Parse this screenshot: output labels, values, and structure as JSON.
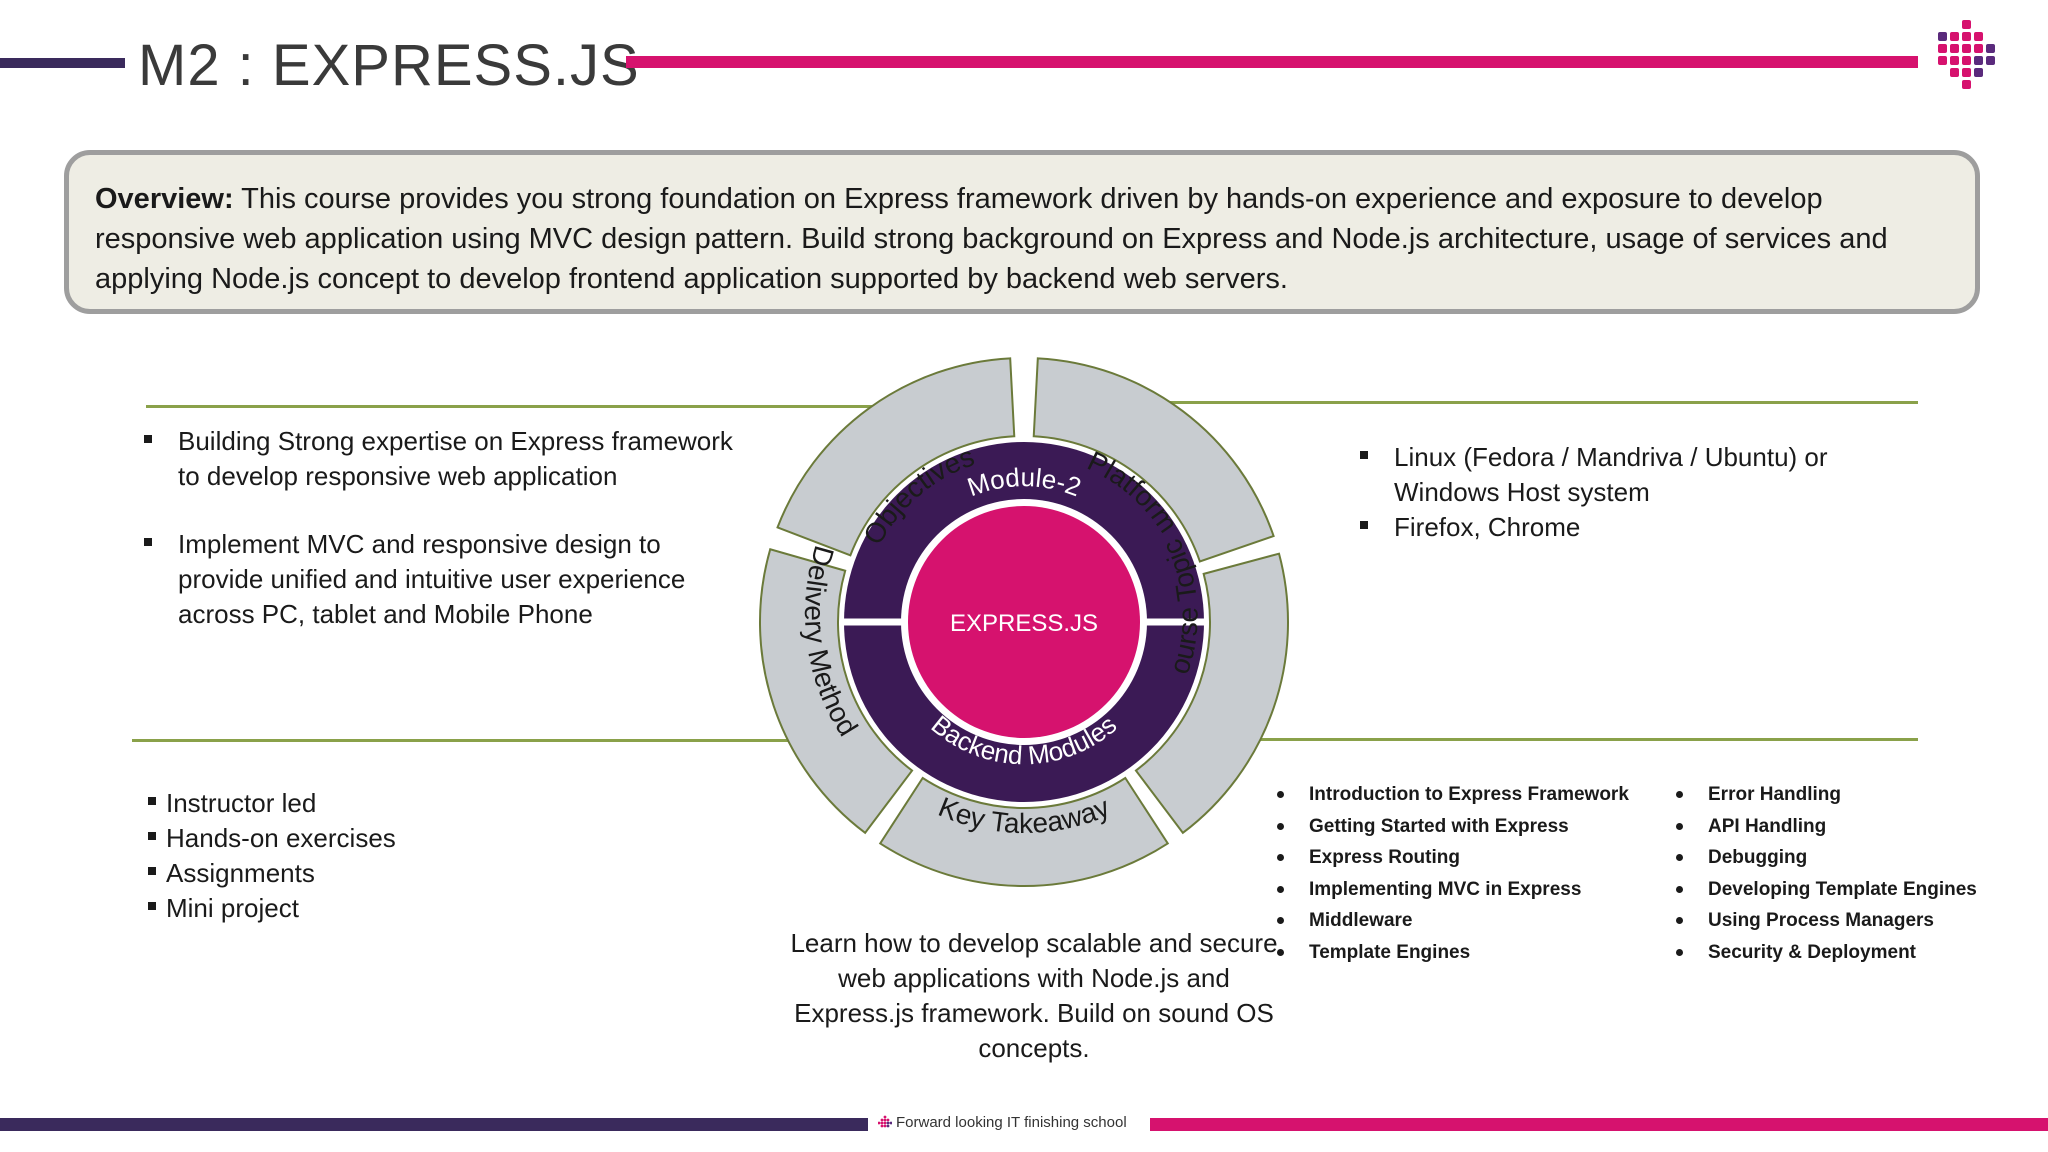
{
  "header": {
    "title": "M2 : EXPRESS.JS"
  },
  "overview": {
    "label": "Overview:",
    "text": " This course provides you strong foundation on Express framework driven by hands-on experience and exposure to develop responsive web application using MVC design pattern. Build strong background on Express and Node.js architecture, usage of services and applying Node.js concept to develop frontend application supported by backend web servers."
  },
  "diagram": {
    "center": "EXPRESS.JS",
    "ring_top": "Module-2",
    "ring_bottom": "Backend Modules",
    "segments": {
      "objectives": "Objectives",
      "platform": "Platform",
      "course_topics": "Course  Topics",
      "key_takeaway": "Key Takeaway",
      "delivery_method": "Delivery Method"
    },
    "colors": {
      "center": "#d6126e",
      "ring": "#3b1a55",
      "outer": "#c8ccd0",
      "outline": "#6b7a3a"
    }
  },
  "objectives": [
    "Building Strong expertise on Express framework to develop responsive web application",
    "Implement MVC and responsive design to provide unified and intuitive user experience across PC, tablet and Mobile Phone"
  ],
  "platform": [
    "Linux (Fedora / Mandriva / Ubuntu) or Windows Host system",
    "Firefox, Chrome"
  ],
  "delivery_method": [
    "Instructor led",
    "Hands-on exercises",
    "Assignments",
    "Mini project"
  ],
  "course_topics_left": [
    "Introduction to Express Framework",
    "Getting Started with Express",
    "Express Routing",
    "Implementing MVC in Express",
    "Middleware",
    "Template Engines"
  ],
  "course_topics_right": [
    "Error Handling",
    "API Handling",
    "Debugging",
    "Developing Template Engines",
    "Using Process Managers",
    "Security & Deployment"
  ],
  "key_takeaway": "Learn how to develop scalable and secure web applications with Node.js and Express.js framework. Build on sound OS concepts.",
  "footer": {
    "tagline": "Forward looking IT finishing school"
  },
  "icons": {
    "logo": "dot-grid-logo-icon",
    "footer": "dot-grid-small-icon"
  }
}
